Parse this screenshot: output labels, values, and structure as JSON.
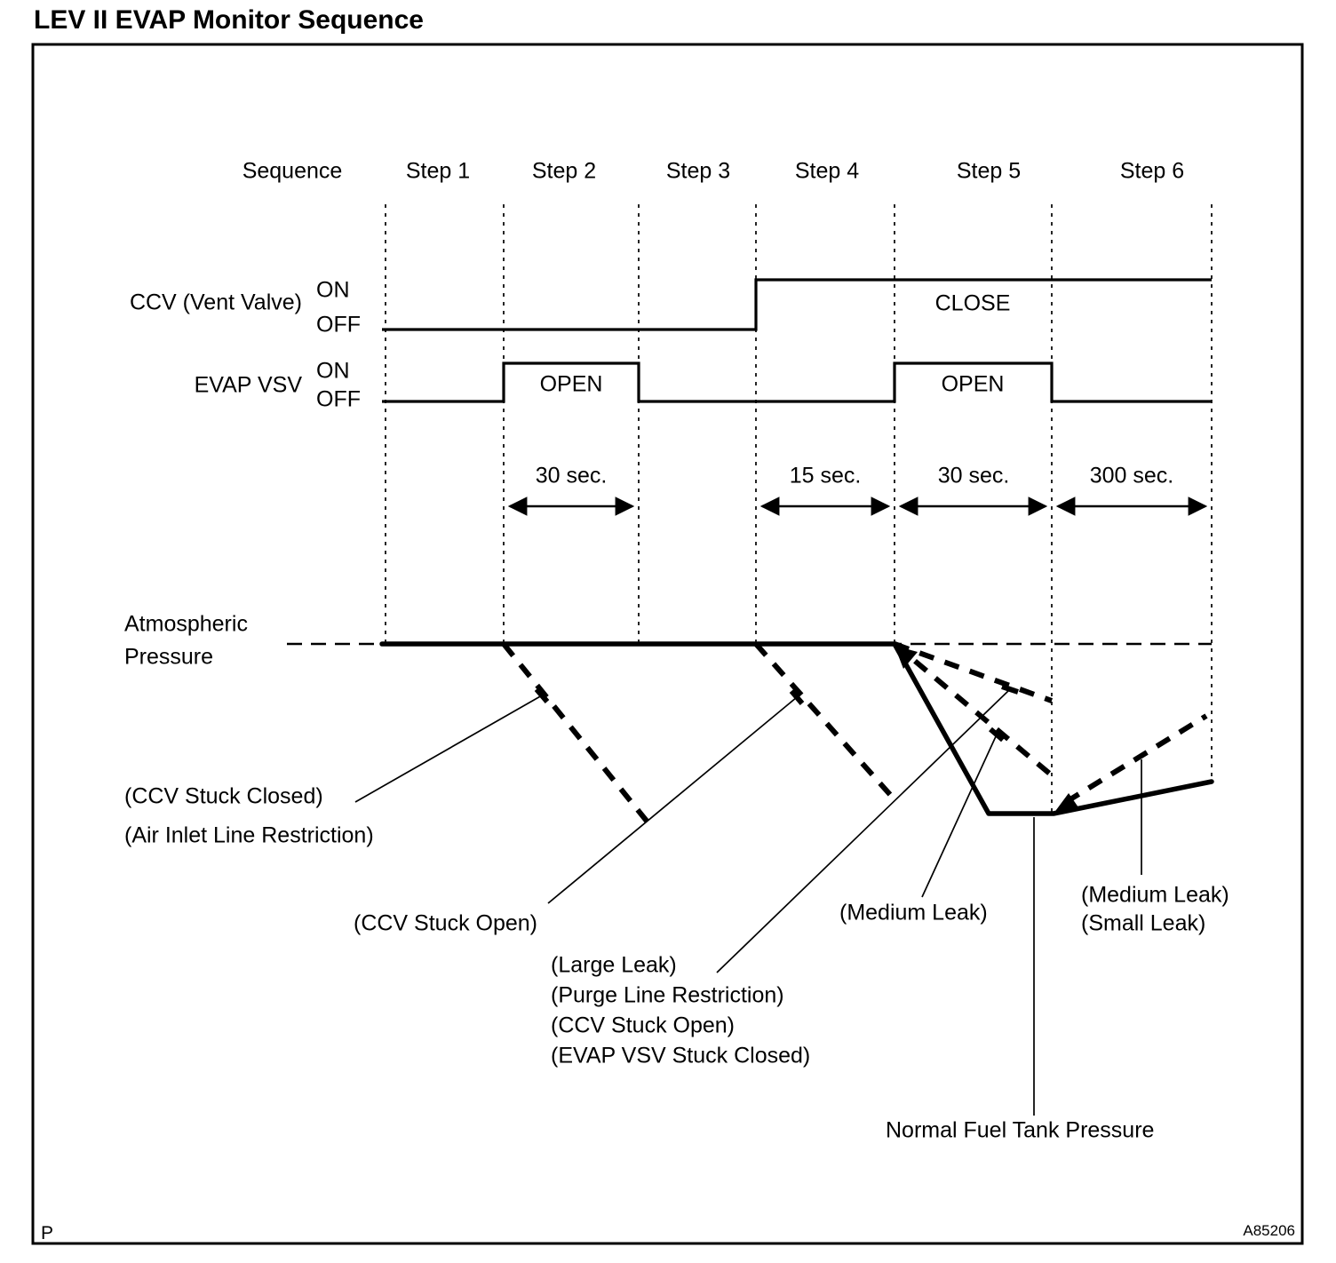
{
  "title": "LEV II EVAP Monitor Sequence",
  "header": {
    "sequence_label": "Sequence",
    "steps": [
      "Step 1",
      "Step 2",
      "Step 3",
      "Step 4",
      "Step 5",
      "Step 6"
    ]
  },
  "signals": {
    "ccv": {
      "label": "CCV (Vent Valve)",
      "on": "ON",
      "off": "OFF",
      "state_label": "CLOSE"
    },
    "evap": {
      "label": "EVAP VSV",
      "on": "ON",
      "off": "OFF",
      "open1": "OPEN",
      "open2": "OPEN"
    }
  },
  "durations": [
    "30 sec.",
    "15 sec.",
    "30 sec.",
    "300 sec."
  ],
  "pressure": {
    "atmospheric_line1": "Atmospheric",
    "atmospheric_line2": "Pressure",
    "labels": {
      "ccv_stuck_closed": "(CCV Stuck Closed)",
      "air_inlet_restriction": "(Air Inlet Line Restriction)",
      "ccv_stuck_open": "(CCV Stuck Open)",
      "large_leak_block": [
        "(Large Leak)",
        "(Purge Line Restriction)",
        "(CCV Stuck Open)",
        "(EVAP VSV Stuck Closed)"
      ],
      "medium_leak": "(Medium Leak)",
      "medium_leak2": "(Medium Leak)",
      "small_leak": "(Small Leak)",
      "normal": "Normal Fuel Tank Pressure"
    }
  },
  "footer": {
    "page_mark": "P",
    "figure_id": "A85206"
  },
  "colors": {
    "ink": "#000000",
    "background": "#ffffff"
  }
}
